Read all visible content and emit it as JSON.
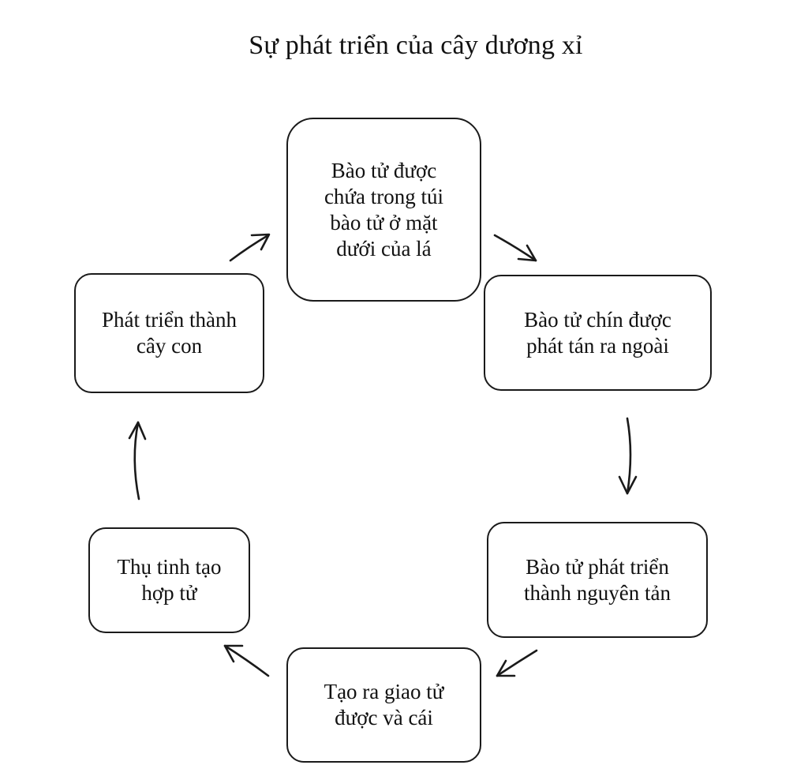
{
  "diagram": {
    "title": "Sự phát  triển của cây dương  xỉ",
    "steps": [
      {
        "label": "Bào  tử được\nchứa trong túi\nbào tử ở mặt\ndưới của lá"
      },
      {
        "label": "Bào  tử chín được\nphát tán ra ngoài"
      },
      {
        "label": "Bào  tử phát triển\nthành nguyên tản"
      },
      {
        "label": "Tạo ra giao tử\nđược và cái"
      },
      {
        "label": "Thụ tinh tạo\nhợp tử"
      },
      {
        "label": "Phát triển  thành\ncây con"
      }
    ]
  }
}
